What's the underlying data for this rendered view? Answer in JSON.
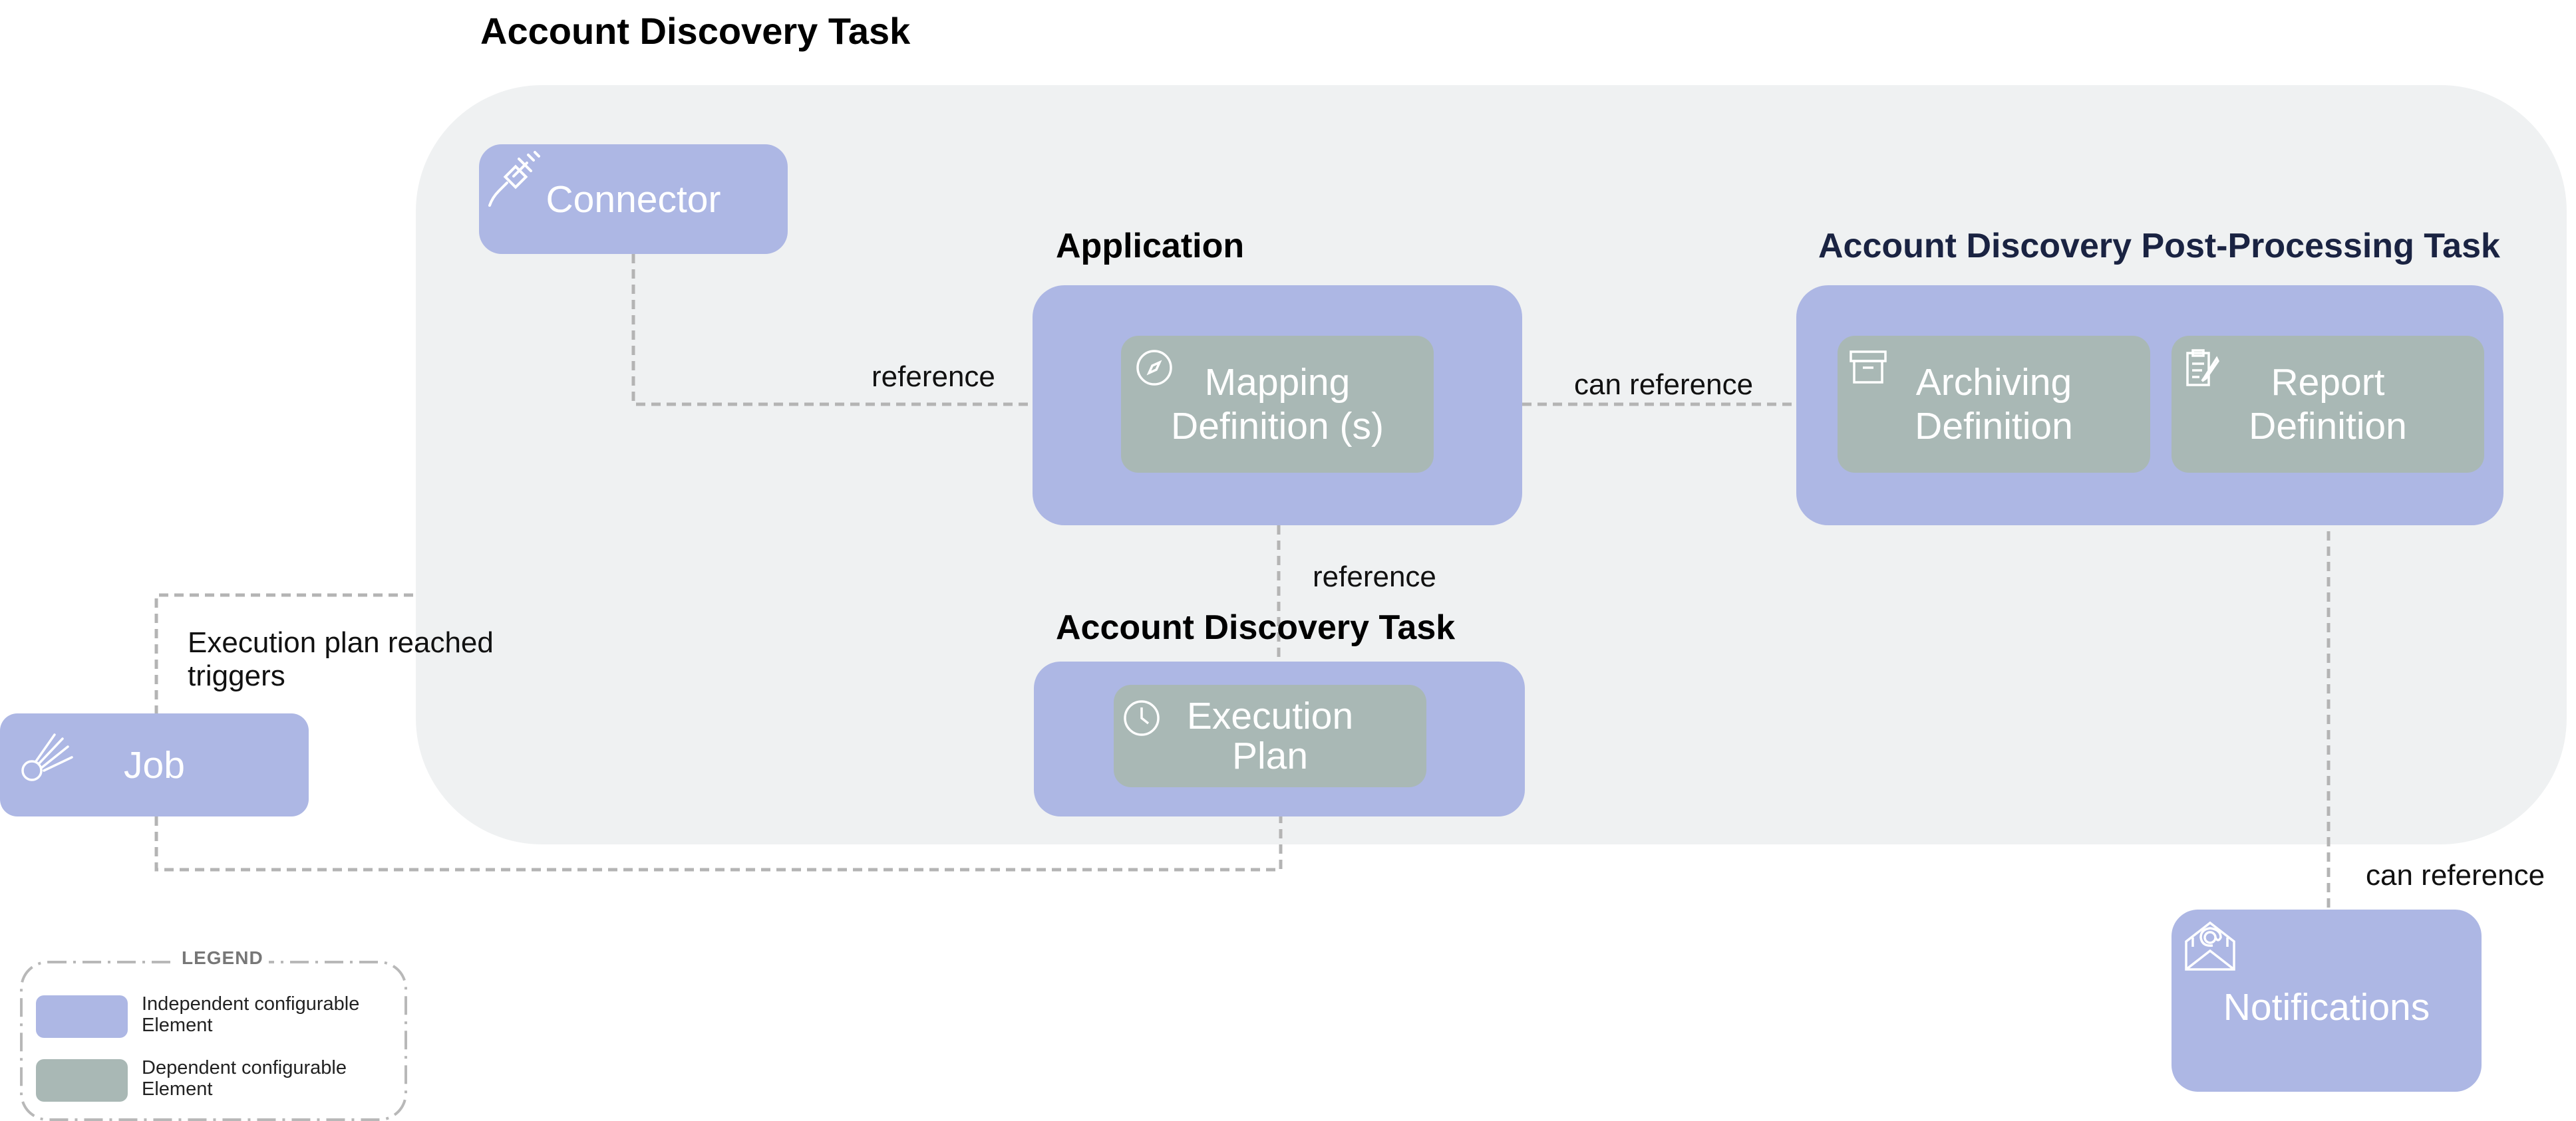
{
  "title": "Account Discovery Task",
  "headings": {
    "application": "Application",
    "post_processing": "Account Discovery Post-Processing Task",
    "account_discovery_task": "Account Discovery Task"
  },
  "nodes": {
    "connector": "Connector",
    "mapping_definition": "Mapping\nDefinition (s)",
    "archiving_definition": "Archiving\nDefinition",
    "report_definition": "Report\nDefinition",
    "execution_plan": "Execution\nPlan",
    "job": "Job",
    "notifications": "Notifications"
  },
  "connectors": {
    "connector_application": "reference",
    "application_postprocessing": "can reference",
    "mapping_execution": "reference",
    "job_trigger": "Execution plan reached\ntriggers",
    "report_notifications": "can reference"
  },
  "legend": {
    "title": "LEGEND",
    "independent": "Independent configurable\nElement",
    "dependent": "Dependent configurable\nElement"
  },
  "colors": {
    "independent": "#adb7e4",
    "dependent": "#a9b8b5",
    "background_group": "#eff1f2"
  },
  "icons": {
    "connector": "plug-icon",
    "mapping": "compass-icon",
    "archiving": "archive-box-icon",
    "report": "clipboard-edit-icon",
    "execution": "clock-icon",
    "job": "comet-icon",
    "notifications": "email-at-icon"
  }
}
